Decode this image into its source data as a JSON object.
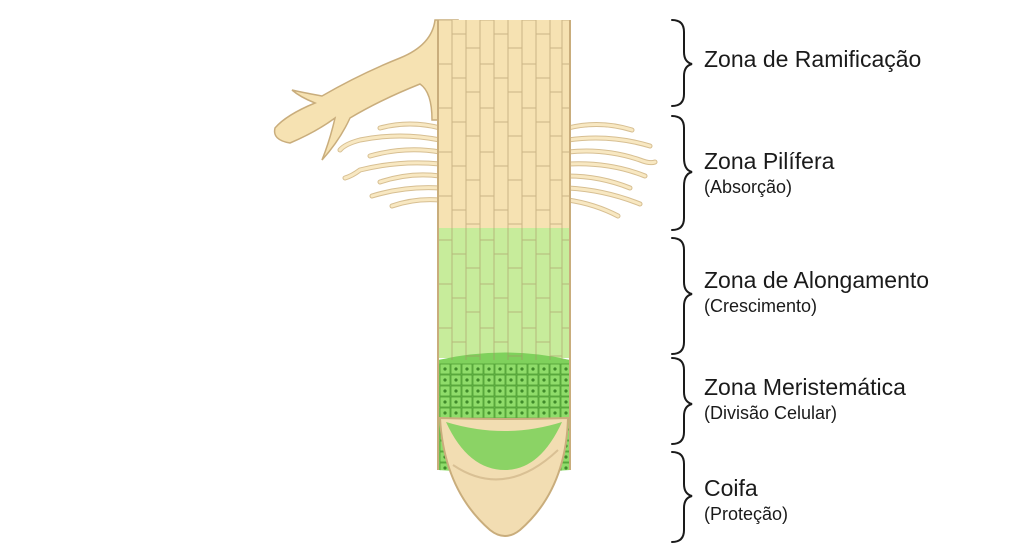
{
  "colors": {
    "root_beige": "#f6e2b2",
    "root_outline": "#d2b888",
    "elongation_green": "#c7ec9b",
    "meristem_green": "#7fd15c",
    "cap_beige": "#f2ddb2",
    "bracket": "#1a1a1a"
  },
  "zones": [
    {
      "id": "ramificacao",
      "title": "Zona de Ramificação",
      "subtitle": ""
    },
    {
      "id": "pilifera",
      "title": "Zona Pilífera",
      "subtitle": "(Absorção)"
    },
    {
      "id": "alongamento",
      "title": "Zona de Alongamento",
      "subtitle": "(Crescimento)"
    },
    {
      "id": "meristematica",
      "title": "Zona Meristemática",
      "subtitle": "(Divisão Celular)"
    },
    {
      "id": "coifa",
      "title": "Coifa",
      "subtitle": "(Proteção)"
    }
  ]
}
